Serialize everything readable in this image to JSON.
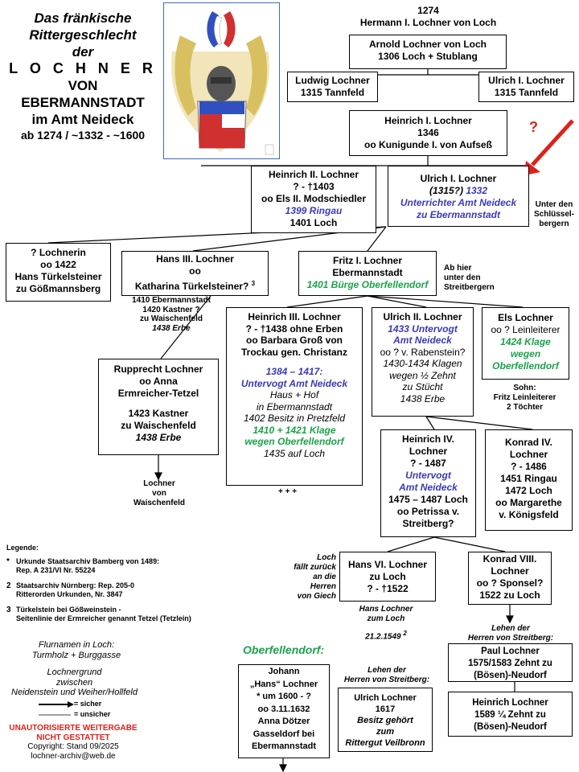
{
  "title": {
    "line1": "Das fränkische",
    "line2": "Rittergeschlecht",
    "line3": "der",
    "line4": "L O C H N E R",
    "line5": "VON",
    "line6": "EBERMANNSTADT",
    "line7": "im Amt Neideck",
    "line8": "ab 1274 / ~1332 - ~1600"
  },
  "colors": {
    "blue": "#3a3ab8",
    "green": "#1aa34a",
    "red": "#e0201a"
  },
  "top_person": {
    "year": "1274",
    "name": "Hermann I. Lochner von Loch"
  },
  "arnold": {
    "name": "Arnold Lochner von Loch",
    "info": "1306 Loch + Stublang"
  },
  "ludwig": {
    "name": "Ludwig Lochner",
    "info": "1315 Tannfeld"
  },
  "ulrich1a": {
    "name": "Ulrich I. Lochner",
    "info": "1315 Tannfeld"
  },
  "question_mark": "?",
  "heinrich1": {
    "name": "Heinrich I. Lochner",
    "year": "1346",
    "spouse": "oo Kunigunde I. von Aufseß"
  },
  "heinrich2": {
    "name": "Heinrich II. Lochner",
    "dates": "? - †1403",
    "spouse": "oo Els II. Modschiedler",
    "ringau": "1399 Ringau",
    "loch": "1401 Loch"
  },
  "ulrich1b": {
    "name": "Ulrich I. Lochner",
    "prefix": "(1315?)",
    "year": "1332",
    "office1": "Unterrichter  Amt Neideck",
    "office2": "zu Ebermannstadt"
  },
  "note_schluessel": {
    "l1": "Unter den",
    "l2": "Schlüssel-",
    "l3": "bergern"
  },
  "lochnerin": {
    "name": "? Lochnerin",
    "year": "oo 1422",
    "spouse": "Hans Türkelsteiner",
    "place": "zu Gößmannsberg"
  },
  "hans3": {
    "name": "Hans III. Lochner",
    "oo": "oo",
    "spouse": "Katharina Türkelsteiner?",
    "sup": "3"
  },
  "hans3_note": {
    "l1": "1410 Ebermannstadt",
    "l2": "1420 Kastner ?",
    "l3": "zu Waischenfeld",
    "l4": "1438 Erbe"
  },
  "fritz1": {
    "name": "Fritz I. Lochner",
    "place": "Ebermannstadt",
    "buerge": "1401 Bürge Oberfellendorf"
  },
  "note_streitberg": {
    "l1": "Ab hier",
    "l2": "unter den",
    "l3": "Streitbergern"
  },
  "rupprecht": {
    "name": "Rupprecht  Lochner",
    "oo": "oo Anna",
    "spouse": "Ermreicher-Tetzel",
    "kastner": "1423 Kastner",
    "place": "zu Waischenfeld",
    "erbe": "1438 Erbe"
  },
  "rupprecht_note": {
    "l1": "Lochner",
    "l2": "von",
    "l3": "Waischenfeld"
  },
  "heinrich3": {
    "name": "Heinrich III. Lochner",
    "dates": "? - †1438 ohne Erben",
    "spouse1": "oo Barbara Groß von",
    "spouse2": "Trockau gen. Christanz",
    "office_years": "1384 – 1417:",
    "office": "Untervogt  Amt Neideck",
    "haus": "Haus + Hof",
    "place": "in Ebermannstadt",
    "besitz": "1402 Besitz in Pretzfeld",
    "klage1": "1410 + 1421 Klage",
    "klage2": "wegen Oberfellendorf",
    "loch": "1435 auf Loch"
  },
  "heinrich3_more": "+ + +",
  "ulrich2": {
    "name": "Ulrich II. Lochner",
    "office1": "1433 Untervogt",
    "office2": "Amt Neideck",
    "spouse": "oo ? v. Rabenstein?",
    "klagen1": "1430-1434  Klagen",
    "klagen2": "wegen  ½ Zehnt",
    "klagen3": "zu Stücht",
    "erbe": "1438 Erbe"
  },
  "els": {
    "name": "Els Lochner",
    "spouse": "oo ? Leinleiterer",
    "klage1": "1424 Klage",
    "klage2": "wegen",
    "klage3": "Oberfellendorf"
  },
  "els_note": {
    "l1": "Sohn:",
    "l2": "Fritz Leinleiterer",
    "l3": "2 Töchter"
  },
  "heinrich4": {
    "name1": "Heinrich IV.",
    "name2": "Lochner",
    "dates": "? - 1487",
    "office1": "Untervogt",
    "office2": "Amt Neideck",
    "loch": "1475 – 1487 Loch",
    "spouse1": "oo Petrissa v.",
    "spouse2": "Streitberg?"
  },
  "konrad4": {
    "name1": "Konrad IV.",
    "name2": "Lochner",
    "dates": "? - 1486",
    "ringau": "1451  Ringau",
    "loch": "1472  Loch",
    "spouse1": "oo  Margarethe",
    "spouse2": "v. Königsfeld"
  },
  "note_giech": {
    "l1": "Loch",
    "l2": "fällt zurück",
    "l3": "an die",
    "l4": "Herren",
    "l5": "von Giech"
  },
  "hans6": {
    "name1": "Hans VI. Lochner",
    "name2": "zu Loch",
    "dates": "? - †1522"
  },
  "hans6_note": {
    "l1": "Hans Lochner",
    "l2": "zum Loch",
    "l3": "21.2.1549",
    "sup": "2"
  },
  "konrad8": {
    "name1": "Konrad VIII.",
    "name2": "Lochner",
    "spouse": "oo ? Sponsel?",
    "loch": "1522 zu Loch"
  },
  "lehen_streitberg_right": {
    "l1": "Lehen der",
    "l2": "Herren von Streitberg:"
  },
  "paul": {
    "name": "Paul Lochner",
    "years": "1575/1583 Zehnt zu",
    "place": "(Bösen)-Neudorf"
  },
  "heinrich_1589": {
    "name": "Heinrich Lochner",
    "years": "1589 ¼ Zehnt zu",
    "place": "(Bösen)-Neudorf"
  },
  "oberfellendorf_title": "Oberfellendorf:",
  "johann": {
    "l1": "Johann",
    "l2": "„Hans“ Lochner",
    "l3": "* um 1600 - ?",
    "l4": "oo 3.11.1632",
    "l5": "Anna Dötzer",
    "l6": "Gasseldorf bei",
    "l7": "Ebermannstadt"
  },
  "lehen_streitberg_mid": {
    "l1": "Lehen der",
    "l2": "Herren von Streitberg:"
  },
  "ulrich_1617": {
    "name": "Ulrich Lochner",
    "year": "1617",
    "l1": "Besitz gehört",
    "l2": "zum",
    "l3": "Rittergut Veilbronn"
  },
  "legend": {
    "heading": "Legende:",
    "e1_sup": "*",
    "e1_l1": "Urkunde Staatsarchiv Bamberg von 1489:",
    "e1_l2": "Rep. A 231/VI Nr. 55224",
    "e2_sup": "2",
    "e2_l1": "Staatsarchiv Nürnberg: Rep. 205-0",
    "e2_l2": "Ritterorden Urkunden, Nr. 3847",
    "e3_sup": "3",
    "e3_l1": "Türkelstein bei  Gößweinstein -",
    "e3_l2": "Seitenlinie der Ermreicher genannt Tetzel (Tetzlein)"
  },
  "flurnamen": {
    "l1": "Flurnamen in Loch:",
    "l2": "Turmholz + Burggasse"
  },
  "lochnergrund": {
    "l1": "Lochnergrund",
    "l2": "zwischen",
    "l3": "Neidenstein und Weiher/Hollfeld"
  },
  "line_key": {
    "sure": "= sicher",
    "unsure": "= unsicher"
  },
  "footer": {
    "warn1": "UNAUTORISIERTE  WEITERGABE",
    "warn2": "NICHT GESTATTET",
    "copyright": "Copyright: Stand 09/2025",
    "email": "lochner-archiv@web.de"
  }
}
